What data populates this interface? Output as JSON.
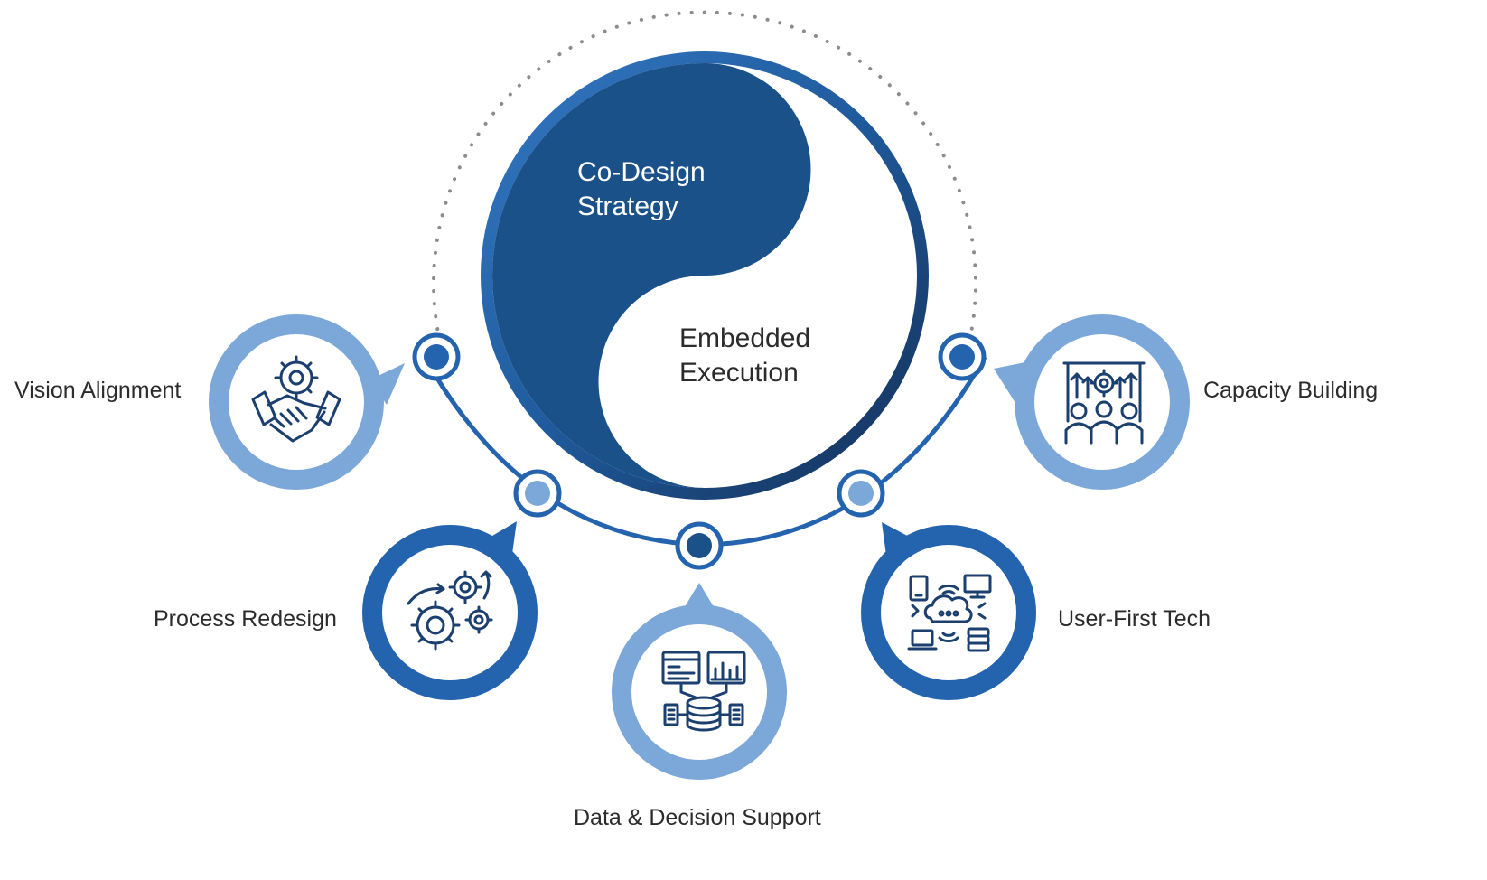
{
  "center": {
    "top_line1": "Co-Design",
    "top_line2": "Strategy",
    "bottom_line1": "Embedded",
    "bottom_line2": "Execution"
  },
  "nodes": [
    {
      "label": "Vision Alignment",
      "icon": "handshake-gear-icon",
      "ring_color": "#7ba7d9"
    },
    {
      "label": "Process Redesign",
      "icon": "gears-cycle-icon",
      "ring_color": "#2463ad"
    },
    {
      "label": "Data & Decision Support",
      "icon": "data-dashboard-icon",
      "ring_color": "#7ba7d9"
    },
    {
      "label": "User-First Tech",
      "icon": "cloud-network-icon",
      "ring_color": "#2463ad"
    },
    {
      "label": "Capacity Building",
      "icon": "team-growth-icon",
      "ring_color": "#7ba7d9"
    }
  ],
  "colors": {
    "dark_blue": "#1b5189",
    "medium_blue": "#2463ad",
    "light_blue": "#7ba7d9",
    "navy": "#17375f",
    "dotted": "#8c8c8c",
    "text": "#2b2b2b"
  }
}
